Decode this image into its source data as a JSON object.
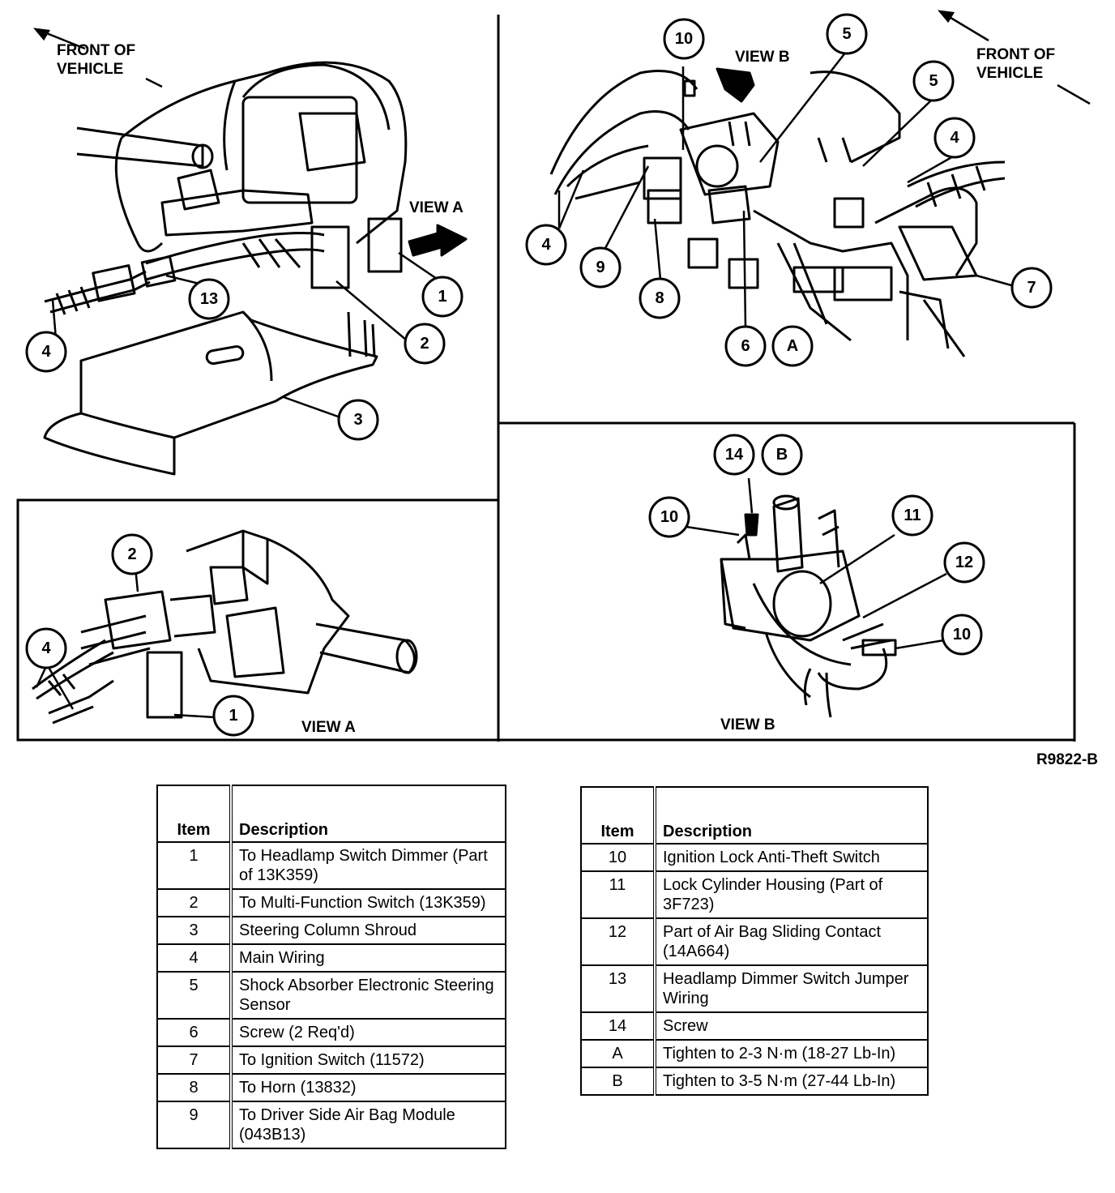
{
  "figure_id": "R9822-B",
  "labels": {
    "front_of_vehicle_line1": "FRONT OF",
    "front_of_vehicle_line2": "VEHICLE",
    "view_a": "VIEW A",
    "view_b": "VIEW B"
  },
  "callouts": {
    "c1": "1",
    "c2": "2",
    "c3": "3",
    "c4": "4",
    "c5": "5",
    "c6": "6",
    "c7": "7",
    "c8": "8",
    "c9": "9",
    "c10": "10",
    "c11": "11",
    "c12": "12",
    "c13": "13",
    "c14": "14",
    "cA": "A",
    "cB": "B"
  },
  "table_headers": {
    "item": "Item",
    "description": "Description"
  },
  "table_left": [
    {
      "item": "1",
      "description": "To Headlamp Switch Dimmer (Part of 13K359)"
    },
    {
      "item": "2",
      "description": "To Multi-Function Switch (13K359)"
    },
    {
      "item": "3",
      "description": "Steering Column Shroud"
    },
    {
      "item": "4",
      "description": "Main Wiring"
    },
    {
      "item": "5",
      "description": "Shock Absorber Electronic Steering Sensor"
    },
    {
      "item": "6",
      "description": "Screw (2 Req'd)"
    },
    {
      "item": "7",
      "description": "To Ignition Switch (11572)"
    },
    {
      "item": "8",
      "description": "To Horn (13832)"
    },
    {
      "item": "9",
      "description": "To Driver Side Air Bag Module (043B13)"
    }
  ],
  "table_right": [
    {
      "item": "10",
      "description": "Ignition Lock Anti-Theft Switch"
    },
    {
      "item": "11",
      "description": "Lock Cylinder Housing (Part of 3F723)"
    },
    {
      "item": "12",
      "description": "Part of Air Bag Sliding Contact (14A664)"
    },
    {
      "item": "13",
      "description": "Headlamp Dimmer Switch Jumper Wiring"
    },
    {
      "item": "14",
      "description": "Screw"
    },
    {
      "item": "A",
      "description": "Tighten to 2-3 N·m (18-27 Lb-In)"
    },
    {
      "item": "B",
      "description": "Tighten to 3-5 N·m (27-44 Lb-In)"
    }
  ]
}
